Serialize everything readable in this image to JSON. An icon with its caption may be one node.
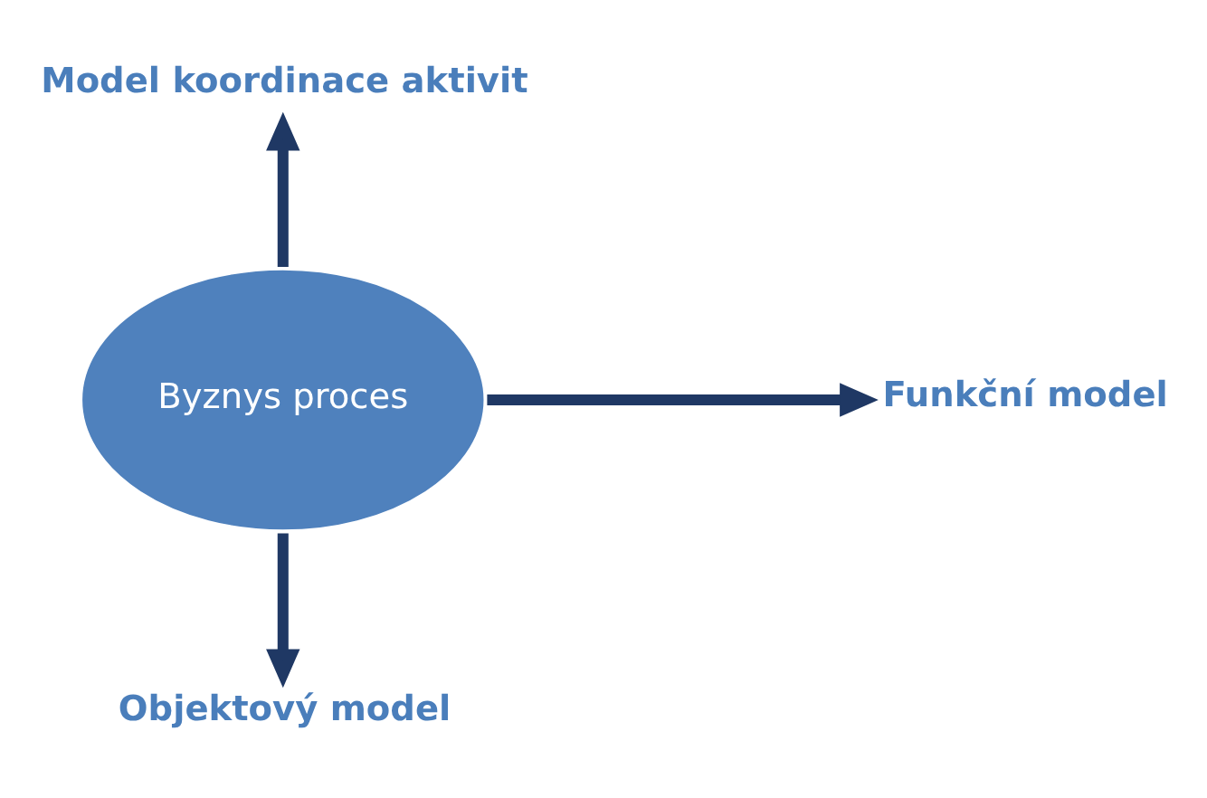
{
  "diagram": {
    "nodes": [
      {
        "text": [
          "Byznys proces"
        ]
      },
      {
        "text": [
          "Model koordinace aktivit"
        ]
      },
      {
        "text": [
          "Funkční model"
        ]
      },
      {
        "text": [
          "Objektový model"
        ]
      }
    ],
    "edges": [
      {
        "from": 0,
        "to": 1,
        "arrow": "to"
      },
      {
        "from": 0,
        "to": 2,
        "arrow": "to"
      },
      {
        "from": 0,
        "to": 3,
        "arrow": "to"
      }
    ]
  }
}
